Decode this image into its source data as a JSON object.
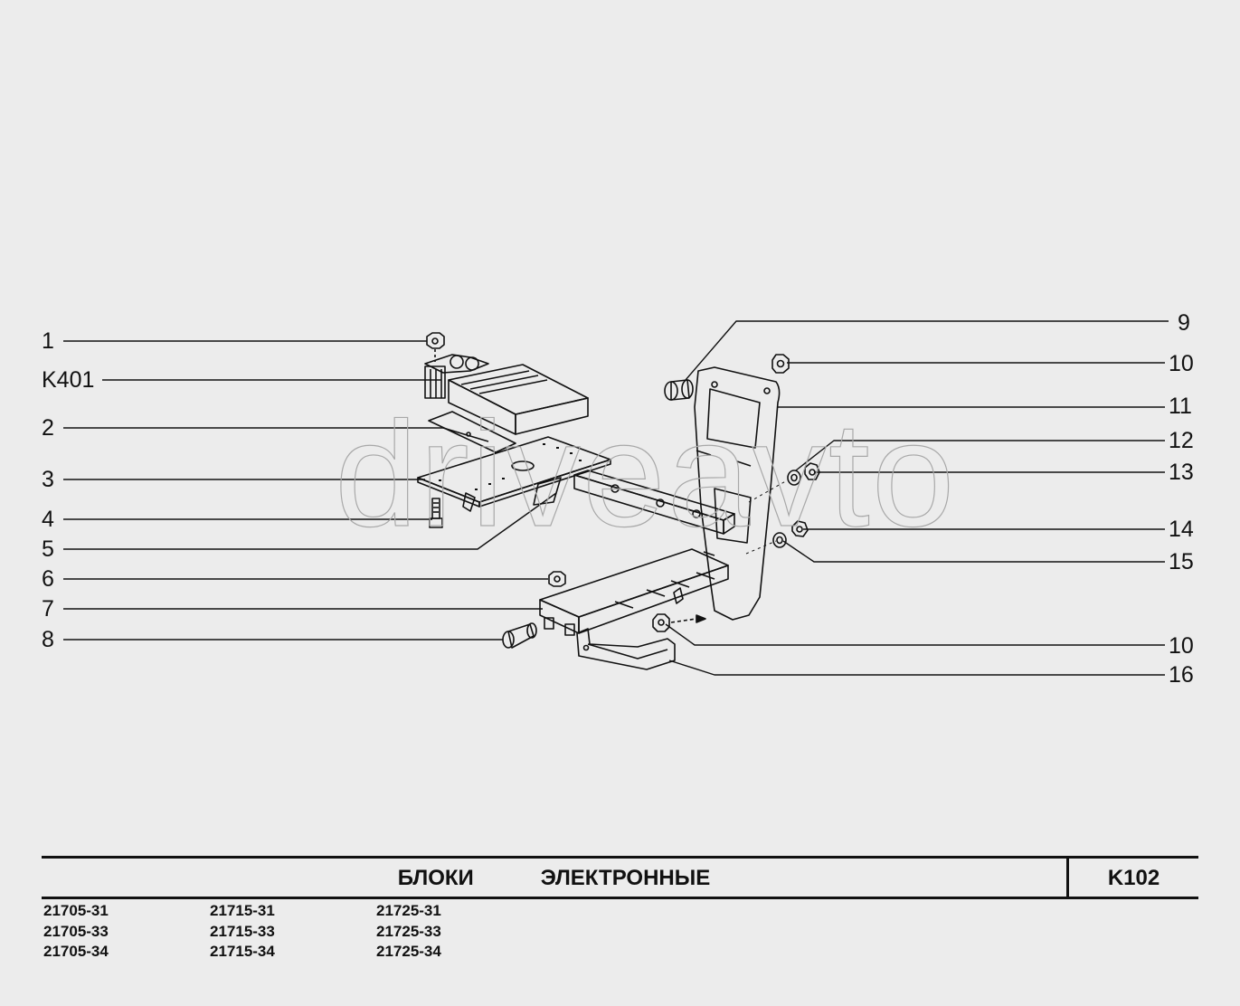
{
  "callouts_left": [
    {
      "id": "1",
      "label": "1"
    },
    {
      "id": "k401",
      "label": "K401"
    },
    {
      "id": "2",
      "label": "2"
    },
    {
      "id": "3",
      "label": "3"
    },
    {
      "id": "4",
      "label": "4"
    },
    {
      "id": "5",
      "label": "5"
    },
    {
      "id": "6",
      "label": "6"
    },
    {
      "id": "7",
      "label": "7"
    },
    {
      "id": "8",
      "label": "8"
    }
  ],
  "callouts_right": [
    {
      "id": "9",
      "label": "9"
    },
    {
      "id": "10a",
      "label": "10"
    },
    {
      "id": "11",
      "label": "11"
    },
    {
      "id": "12",
      "label": "12"
    },
    {
      "id": "13",
      "label": "13"
    },
    {
      "id": "14",
      "label": "14"
    },
    {
      "id": "15",
      "label": "15"
    },
    {
      "id": "10b",
      "label": "10"
    },
    {
      "id": "16",
      "label": "16"
    }
  ],
  "watermark": "driveavto",
  "title_block": {
    "title": "БЛОКИ   ЭЛЕКТРОННЫЕ",
    "sheet_code": "K102"
  },
  "models": {
    "col1": [
      "21705-31",
      "21705-33",
      "21705-34"
    ],
    "col2": [
      "21715-31",
      "21715-33",
      "21715-34"
    ],
    "col3": [
      "21725-31",
      "21725-33",
      "21725-34"
    ]
  }
}
